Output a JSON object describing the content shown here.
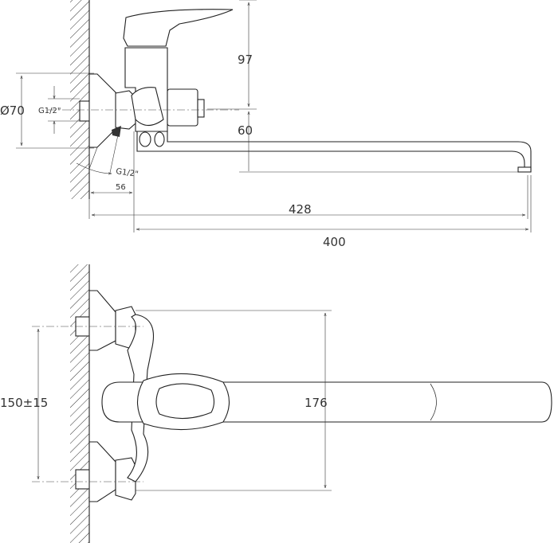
{
  "dimensions": {
    "height_97": "97",
    "height_60": "60",
    "length_428": "428",
    "length_400": "400",
    "flange_diameter": "Ø70",
    "thread_top": "G1/2\"",
    "thread_angled": "G1/2\"",
    "offset_56": "56",
    "center_distance": "150±15",
    "projection_176": "176"
  }
}
